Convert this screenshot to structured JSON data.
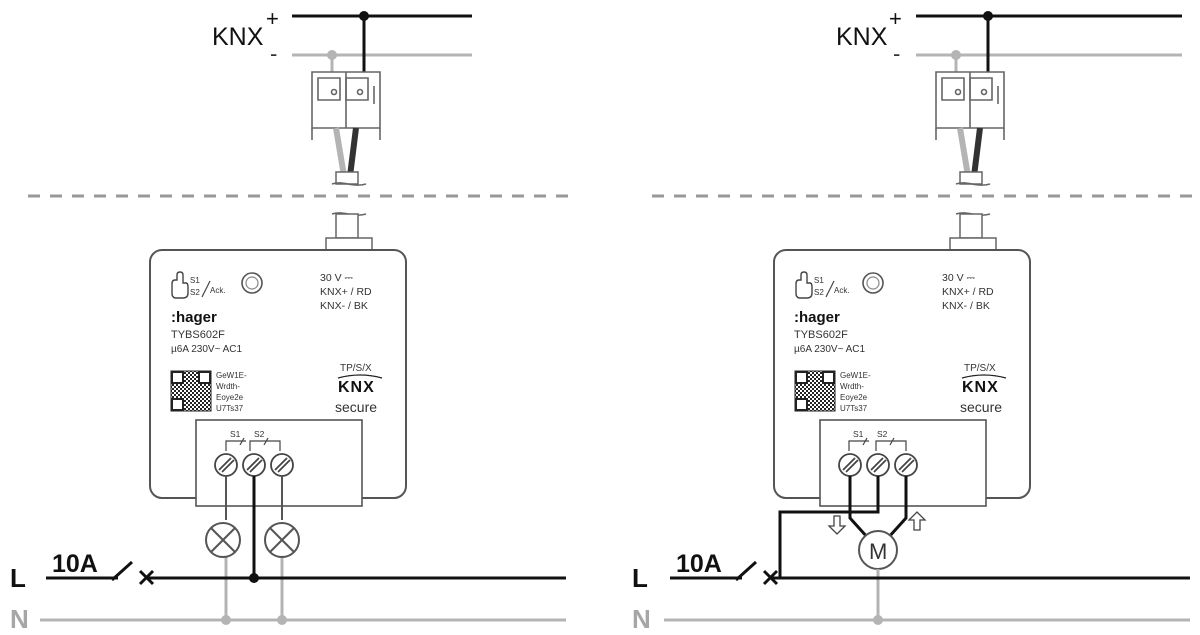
{
  "colors": {
    "wire_black": "#111111",
    "wire_gray": "#b4b4b4",
    "outline": "#555555",
    "device_fill": "#ffffff",
    "n_label": "#a6a6a6"
  },
  "bus": {
    "label": "KNX",
    "plus": "+",
    "minus": "-"
  },
  "device": {
    "brand": ":hager",
    "model": "TYBS602F",
    "rating": "µ6A 230V~ AC1",
    "voltage": "30 V ⎓",
    "knx_plus": "KNX+ /  RD",
    "knx_minus": "KNX- /  BK",
    "button_s1": "S1",
    "button_s2": "S2",
    "button_ack": "Ack.",
    "qr_lines": [
      "GeW1E-",
      "Wrdth-",
      "Eoye2e",
      "U7Ts37"
    ],
    "medium": "TP/S/X",
    "logo": "KNX",
    "secure": "secure",
    "terminal_s1": "S1",
    "terminal_s2": "S2"
  },
  "mains": {
    "phase": "L",
    "neutral": "N",
    "breaker": "10A"
  },
  "motor": {
    "symbol": "M"
  },
  "icons": [
    "hand-icon",
    "knx-logo-icon",
    "qr-code-icon",
    "lamp-icon",
    "motor-icon",
    "breaker-icon",
    "arrow-up-icon",
    "arrow-down-icon"
  ]
}
